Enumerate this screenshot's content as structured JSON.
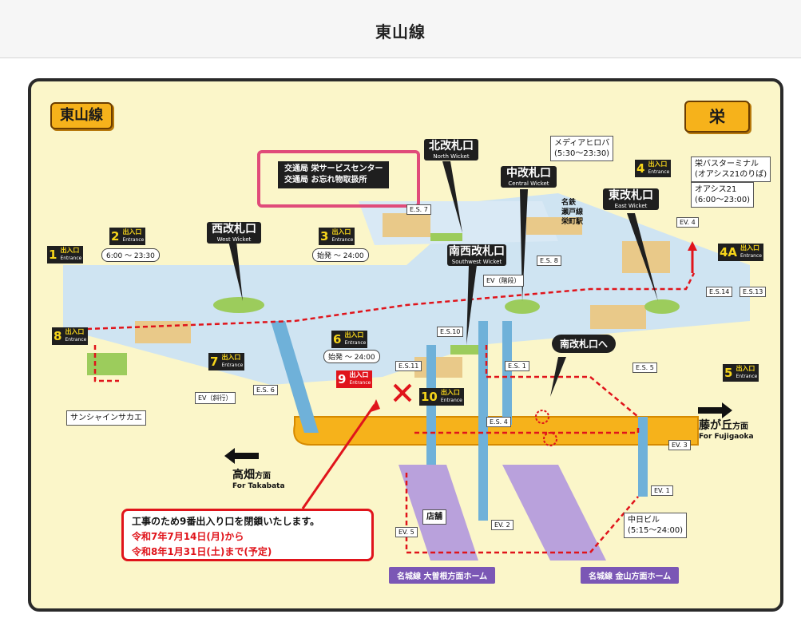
{
  "header": {
    "title": "東山線"
  },
  "map": {
    "line_tag": "東山線",
    "station_tag": "栄",
    "wickets": {
      "north": {
        "jp": "北改札口",
        "en": "North Wicket"
      },
      "central": {
        "jp": "中改札口",
        "en": "Central Wicket"
      },
      "east": {
        "jp": "東改札口",
        "en": "East Wicket"
      },
      "west": {
        "jp": "西改札口",
        "en": "West Wicket"
      },
      "southwest": {
        "jp": "南西改札口",
        "en": "Southwest Wicket"
      }
    },
    "entrances": [
      {
        "num": "1",
        "label": "出入口",
        "en": "Entrance"
      },
      {
        "num": "2",
        "label": "出入口",
        "en": "Entrance"
      },
      {
        "num": "3",
        "label": "出入口",
        "en": "Entrance"
      },
      {
        "num": "4",
        "label": "出入口",
        "en": "Entrance"
      },
      {
        "num": "4A",
        "label": "出入口",
        "en": "Entrance"
      },
      {
        "num": "5",
        "label": "出入口",
        "en": "Entrance"
      },
      {
        "num": "6",
        "label": "出入口",
        "en": "Entrance"
      },
      {
        "num": "7",
        "label": "出入口",
        "en": "Entrance"
      },
      {
        "num": "8",
        "label": "出入口",
        "en": "Entrance"
      },
      {
        "num": "9",
        "label": "出入口",
        "en": "Entrance"
      },
      {
        "num": "10",
        "label": "出入口",
        "en": "Entrance"
      }
    ],
    "hours": {
      "entrance2": "6:00 ～ 23:30",
      "entrance3": "始発 ～ 24:00",
      "entrance6": "始発 ～ 24:00"
    },
    "escalators": [
      "E.S. 7",
      "E.S. 8",
      "E.S.10",
      "E.S.11",
      "E.S. 1",
      "E.S. 5",
      "E.S. 6",
      "E.S. 4",
      "E.S.14",
      "E.S.13"
    ],
    "elevators": [
      "EV（階段）",
      "EV（斜行）",
      "EV. 4",
      "EV. 3",
      "EV. 1",
      "EV. 5",
      "EV. 2"
    ],
    "service_center": {
      "line1": "交通局 栄サービスセンター",
      "line2": "交通局 お忘れ物取扱所"
    },
    "meitetsu": {
      "line1": "名鉄",
      "line2": "瀬戸線",
      "line3": "栄町駅"
    },
    "media_hiroba": {
      "name": "メディアヒロバ",
      "hours": "(5:30～23:30)"
    },
    "bus_terminal": {
      "name": "栄バスターミナル",
      "sub": "(オアシス21のりば)"
    },
    "oasis21": {
      "name": "オアシス21",
      "hours": "(6:00～23:00)"
    },
    "sunshine_sakae": "サンシャインサカエ",
    "chunichi": {
      "name": "中日ビル",
      "hours": "(5:15～24:00)"
    },
    "shop": "店舗",
    "to_south": "南改札口へ",
    "fujigaoka": {
      "jp": "藤が丘",
      "suffix": "方面",
      "en": "For Fujigaoka"
    },
    "takabata": {
      "jp": "高畑",
      "suffix": "方面",
      "en": "For Takabata"
    },
    "platform_left": "名城線 大曽根方面ホーム",
    "platform_right": "名城線 金山方面ホーム",
    "notice": {
      "line1": "工事のため9番出入り口を閉鎖いたします。",
      "line2": "令和7年7月14日(月)から",
      "line3": "令和8年1月31日(土)まで(予定)"
    },
    "colors": {
      "accent_orange": "#f6b21b",
      "frame": "#2a2a2a",
      "notice_red": "#e0141b",
      "concourse_blue": "#cfe4f2",
      "platform_purple": "#7b57b5"
    }
  }
}
